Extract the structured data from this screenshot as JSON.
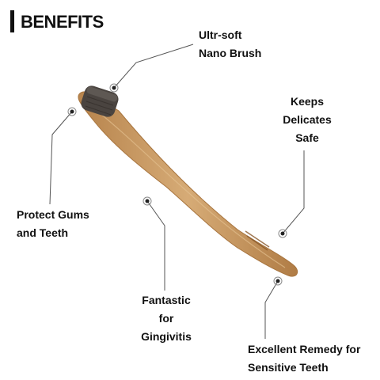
{
  "title": "BENEFITS",
  "colors": {
    "text": "#111111",
    "line": "#555555",
    "bamboo": "#c99a62",
    "bristles": "#4a4440"
  },
  "product": {
    "icon": "bamboo-toothbrush-icon"
  },
  "callouts": [
    {
      "id": "ultra-soft",
      "lines": [
        "Ultr-soft",
        "Nano Brush"
      ]
    },
    {
      "id": "keeps-safe",
      "lines": [
        "Keeps",
        "Delicates",
        "Safe"
      ]
    },
    {
      "id": "protect-gums",
      "lines": [
        "Protect Gums",
        "and Teeth"
      ]
    },
    {
      "id": "gingivitis",
      "lines": [
        "Fantastic",
        "for",
        "Gingivitis"
      ]
    },
    {
      "id": "sensitive-teeth",
      "lines": [
        "Excellent Remedy for",
        "Sensitive Teeth"
      ]
    }
  ]
}
